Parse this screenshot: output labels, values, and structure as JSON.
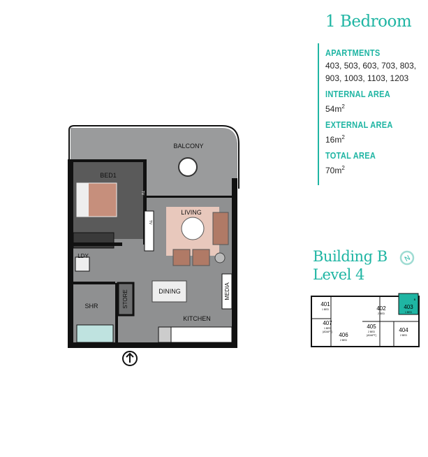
{
  "title": "1 Bedroom",
  "info": [
    {
      "label": "APARTMENTS",
      "value": "403, 503, 603, 703, 803,",
      "value2": "903, 1003, 1103, 1203"
    },
    {
      "label": "INTERNAL AREA",
      "value": "54m",
      "sup": "2"
    },
    {
      "label": "EXTERNAL AREA",
      "value": "16m",
      "sup": "2"
    },
    {
      "label": "TOTAL AREA",
      "value": "70m",
      "sup": "2"
    }
  ],
  "building": {
    "line1": "Building B",
    "line2": "Level 4",
    "compass": "N"
  },
  "rooms": {
    "balcony": "BALCONY",
    "bed": "BED1",
    "living": "LIVING",
    "ldy": "LDY",
    "dining": "DINING",
    "shr": "SHR",
    "store": "STORE",
    "media": "MEDIA",
    "kitchen": "KITCHEN",
    "tv1": "TV",
    "tv2": "TV"
  },
  "keymap": {
    "units": [
      {
        "num": "401",
        "type": "1 BED"
      },
      {
        "num": "402",
        "type": "2 BED"
      },
      {
        "num": "403",
        "type": "1 BED"
      },
      {
        "num": "404",
        "type": "2 BED"
      },
      {
        "num": "405",
        "type": "2 BED",
        "note": "[ADAPT]"
      },
      {
        "num": "406",
        "type": "2 BED"
      },
      {
        "num": "407",
        "type": "1 BED",
        "note": "[ADAPT]"
      }
    ],
    "b": "B",
    "highlight": "#1fb5a3"
  },
  "colors": {
    "accent": "#1fb5a3",
    "wall": "#111111",
    "floor": "#8f9091",
    "bed_room": "#5a5a5a",
    "rug": "#e8c8bc",
    "furniture": "#b07a66"
  }
}
